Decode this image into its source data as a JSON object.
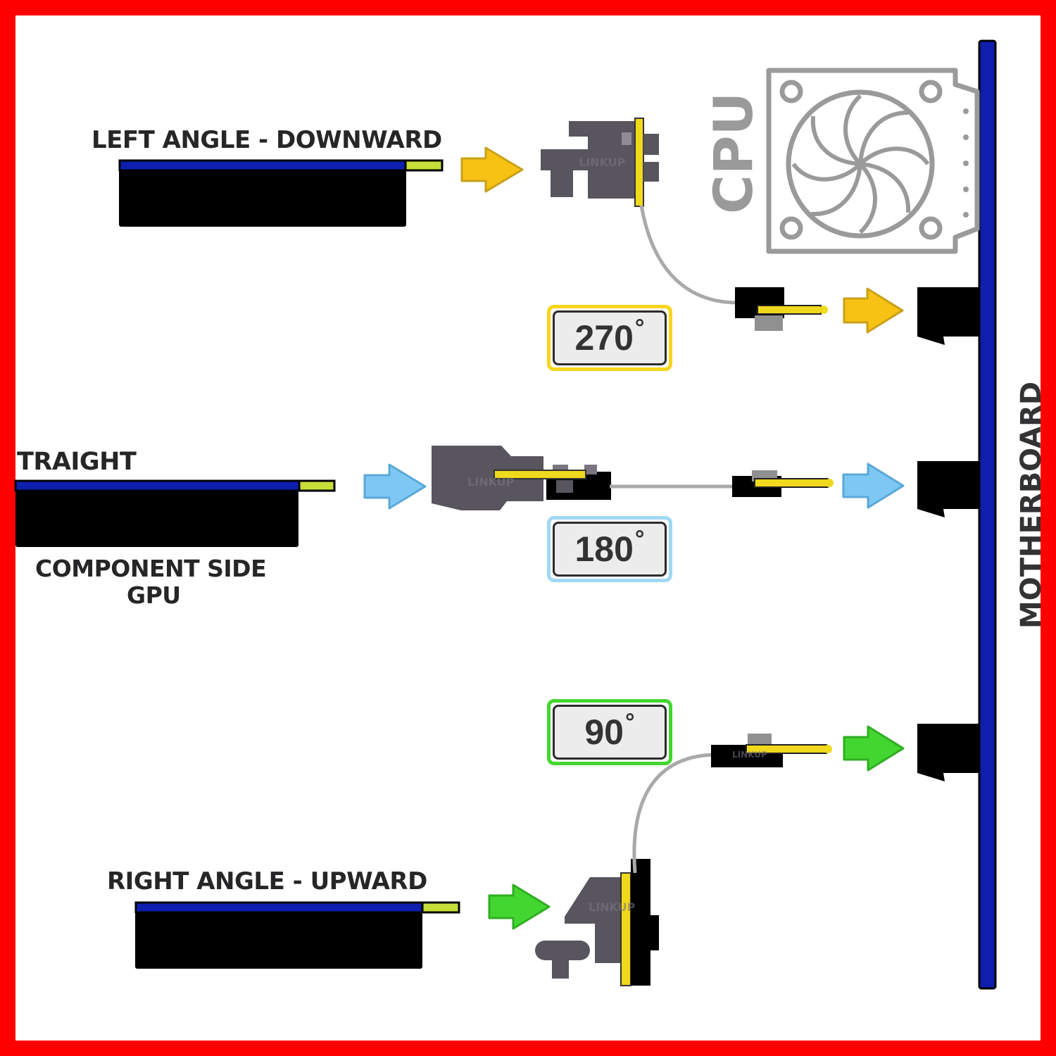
{
  "colors": {
    "frame": "#ff0000",
    "board": "#0e1fae",
    "gold_fingers": "#c6dd3a",
    "arrow_yellow": "#f7c214",
    "arrow_blue": "#7cc8f2",
    "arrow_green": "#44d630",
    "connector": "#59555e",
    "ribbon": "#f0d91c",
    "cable": "#a9a9a9"
  },
  "labels": {
    "left_angle": "LEFT ANGLE - DOWNWARD",
    "straight": "TRAIGHT",
    "component_side": "COMPONENT SIDE",
    "gpu": "GPU",
    "right_angle": "RIGHT ANGLE - UPWARD",
    "cpu": "CPU",
    "motherboard": "MOTHERBOARD",
    "brand": "LINKUP"
  },
  "angles": [
    {
      "value": "270",
      "unit": "°",
      "color": "yellow"
    },
    {
      "value": "180",
      "unit": "°",
      "color": "blue"
    },
    {
      "value": "90",
      "unit": "°",
      "color": "green"
    }
  ],
  "icons": {
    "cpu": "cpu-fan-icon",
    "arrow": "arrow-right-icon"
  }
}
